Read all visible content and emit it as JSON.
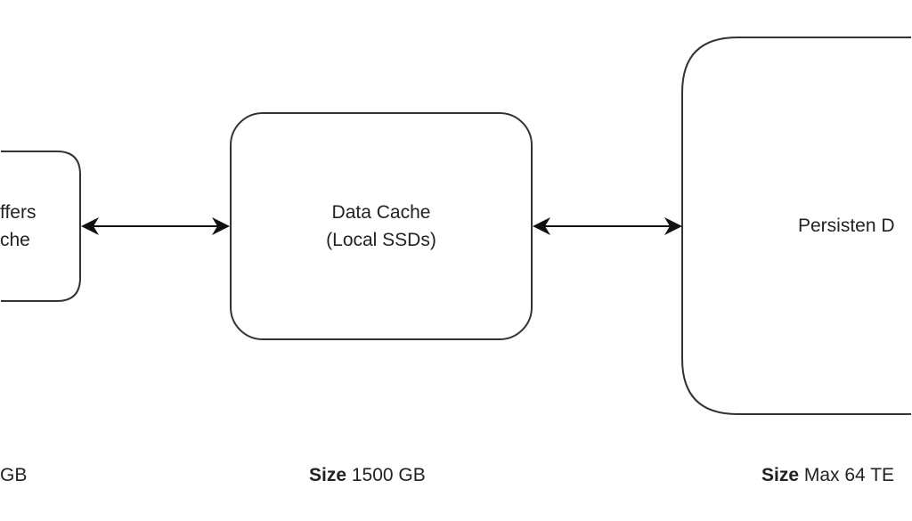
{
  "nodes": [
    {
      "id": "buffers-cache",
      "lines": [
        "ffers",
        "che"
      ],
      "size_label": "",
      "size_value": "GB"
    },
    {
      "id": "data-cache",
      "lines": [
        "Data Cache",
        "(Local SSDs)"
      ],
      "size_label": "Size",
      "size_value": "1500 GB"
    },
    {
      "id": "persistent-disk",
      "lines": [
        "Persisten D"
      ],
      "size_label": "Size",
      "size_value": "Max 64 TE"
    }
  ],
  "edges": [
    {
      "from": "buffers-cache",
      "to": "data-cache",
      "direction": "bidirectional"
    },
    {
      "from": "data-cache",
      "to": "persistent-disk",
      "direction": "bidirectional"
    }
  ],
  "colors": {
    "stroke": "#333333",
    "text": "#222222",
    "background": "#ffffff"
  }
}
